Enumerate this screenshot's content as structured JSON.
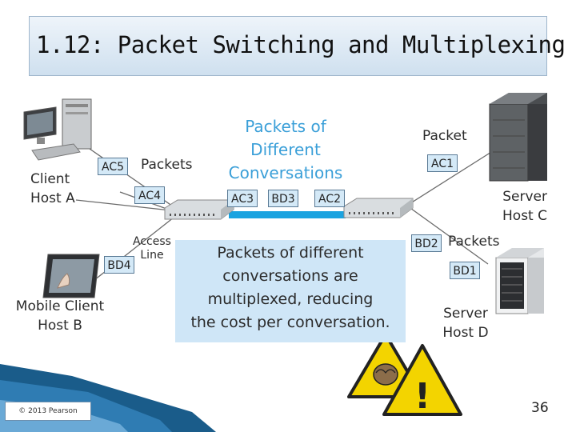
{
  "slide": {
    "title": "1.12: Packet Switching and Multiplexing",
    "copyright": "© 2013 Pearson",
    "page_number": "36"
  },
  "diagram": {
    "heading": [
      "Packets of",
      "Different",
      "Conversations"
    ],
    "client_a": [
      "Client",
      "Host A"
    ],
    "mobile_b": [
      "Mobile Client",
      "Host B"
    ],
    "server_c": [
      "Server",
      "Host C"
    ],
    "server_d": [
      "Server",
      "Host D"
    ],
    "packets_left": "Packets",
    "packets_right": "Packets",
    "packet_top": "Packet",
    "access_line": [
      "Access",
      "Line"
    ],
    "tags": {
      "ac5": "AC5",
      "ac4": "AC4",
      "ac3": "AC3",
      "bd3": "BD3",
      "ac2": "AC2",
      "ac1": "AC1",
      "bd2": "BD2",
      "bd1": "BD1",
      "bd4": "BD4"
    },
    "callout": [
      "Packets of different",
      "conversations are",
      "multiplexed, reducing",
      "the cost per conversation."
    ],
    "warning_sign": "!"
  },
  "colors": {
    "tag_fill": "#d4e9f7",
    "callout_fill": "#cfe6f7",
    "heading_blue": "#3a9fd8",
    "link_blue": "#1aa3e0"
  }
}
